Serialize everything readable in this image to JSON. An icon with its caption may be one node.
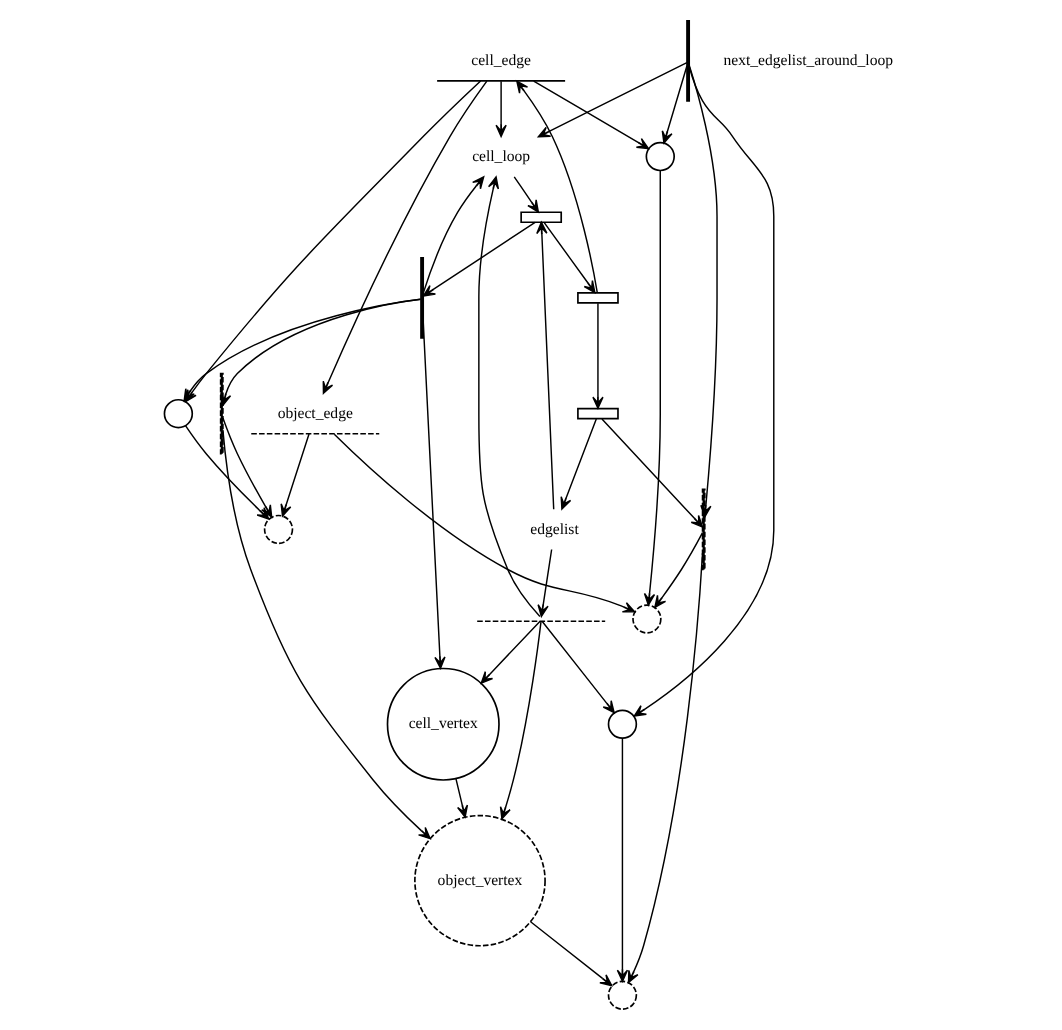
{
  "diagram": {
    "nodes": [
      {
        "text": [],
        "shape": "circle"
      },
      {
        "text": [],
        "shape": "circle"
      },
      {
        "text": [
          "object_edge"
        ]
      },
      {
        "text": [
          "cell_edge"
        ]
      },
      {
        "text": [],
        "shape": "circle"
      },
      {
        "text": [],
        "shape": "circle"
      },
      {
        "text": [],
        "shape": "bar"
      },
      {
        "text": [],
        "shape": "bar"
      },
      {
        "text": [],
        "shape": "box"
      },
      {
        "text": [],
        "shape": "box"
      },
      {
        "text": [
          "cell_loop"
        ]
      },
      {
        "text": [],
        "shape": "box"
      },
      {
        "text": [],
        "shape": "bar"
      },
      {
        "text": [],
        "shape": "bar"
      },
      {
        "text": [
          "edgelist"
        ]
      },
      {
        "text": [
          "cell_vertex"
        ]
      },
      {
        "text": [],
        "shape": "circle"
      },
      {
        "text": [],
        "shape": "bar"
      },
      {
        "text": [
          "object_vertex"
        ]
      },
      {
        "text": [],
        "shape": "circle"
      }
    ],
    "edges": [
      {
        "from": 2,
        "to": 0,
        "arrow": "to"
      },
      {
        "from": 2,
        "to": 1,
        "arrow": "to"
      },
      {
        "from": 3,
        "to": 2,
        "arrow": "to"
      },
      {
        "from": 3,
        "to": 4,
        "arrow": "to"
      },
      {
        "from": 3,
        "to": 5,
        "arrow": "to"
      },
      {
        "from": 4,
        "to": 0,
        "arrow": "to"
      },
      {
        "from": 5,
        "to": 1,
        "arrow": "to"
      },
      {
        "from": 3,
        "to": 10,
        "arrow": "to"
      },
      {
        "from": 8,
        "to": 3,
        "arrow": "to"
      },
      {
        "from": 6,
        "to": 0,
        "arrow": "to"
      },
      {
        "from": 6,
        "to": 18,
        "arrow": "to"
      },
      {
        "from": 7,
        "to": 4,
        "arrow": "to"
      },
      {
        "from": 7,
        "to": 6,
        "arrow": "to"
      },
      {
        "from": 7,
        "to": 15,
        "arrow": "to"
      },
      {
        "from": 7,
        "to": 10,
        "arrow": "to"
      },
      {
        "from": 9,
        "to": 7,
        "arrow": "to"
      },
      {
        "from": 10,
        "to": 9,
        "arrow": "to"
      },
      {
        "from": 9,
        "to": 8,
        "arrow": "to"
      },
      {
        "from": 8,
        "to": 11,
        "arrow": "to"
      },
      {
        "from": 11,
        "to": 12,
        "arrow": "to"
      },
      {
        "from": 12,
        "to": 1,
        "arrow": "to"
      },
      {
        "from": 12,
        "to": 19,
        "arrow": "to"
      },
      {
        "from": 13,
        "to": 5,
        "arrow": "to"
      },
      {
        "from": 13,
        "to": 12,
        "arrow": "to"
      },
      {
        "from": 13,
        "to": 10,
        "arrow": "to"
      },
      {
        "from": 13,
        "to": 16,
        "arrow": "to"
      },
      {
        "from": 11,
        "to": 14,
        "arrow": "to"
      },
      {
        "from": 14,
        "to": 9,
        "arrow": "to"
      },
      {
        "from": 14,
        "to": 17,
        "arrow": "to"
      },
      {
        "from": 17,
        "to": 15,
        "arrow": "to"
      },
      {
        "from": 17,
        "to": 16,
        "arrow": "to"
      },
      {
        "from": 17,
        "to": 10,
        "arrow": "to"
      },
      {
        "from": 17,
        "to": 18,
        "arrow": "to"
      },
      {
        "from": 15,
        "to": 18,
        "arrow": "to"
      },
      {
        "from": 16,
        "to": 19,
        "arrow": "to"
      },
      {
        "from": 18,
        "to": 19,
        "arrow": "to"
      }
    ],
    "labels": [
      "next_edgelist_around_loop"
    ]
  }
}
